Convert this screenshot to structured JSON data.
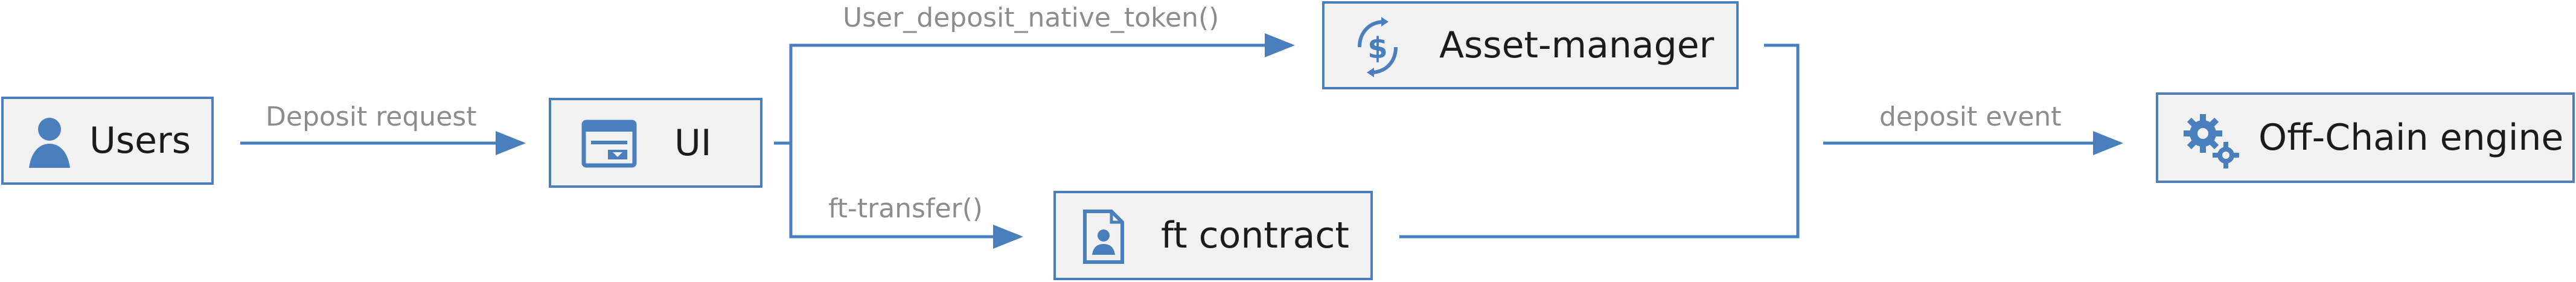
{
  "diagram": {
    "nodes": {
      "users": {
        "label": "Users",
        "icon": "user-icon"
      },
      "ui": {
        "label": "UI",
        "icon": "browser-window-icon"
      },
      "asset_manager": {
        "label": "Asset-manager",
        "icon": "dollar-cycle-icon"
      },
      "ft_contract": {
        "label": "ft contract",
        "icon": "document-contract-icon"
      },
      "offchain_engine": {
        "label": "Off-Chain engine",
        "icon": "gears-icon"
      }
    },
    "edges": {
      "deposit_request": "Deposit request",
      "user_deposit_native_token": "User_deposit_native_token()",
      "ft_transfer": "ft-transfer()",
      "deposit_event": "deposit event"
    },
    "colors": {
      "accent": "#4a7fbe",
      "node_fill": "#f1f1f2",
      "edge_label": "#8c8c8c",
      "node_text": "#1b1b1b"
    }
  }
}
